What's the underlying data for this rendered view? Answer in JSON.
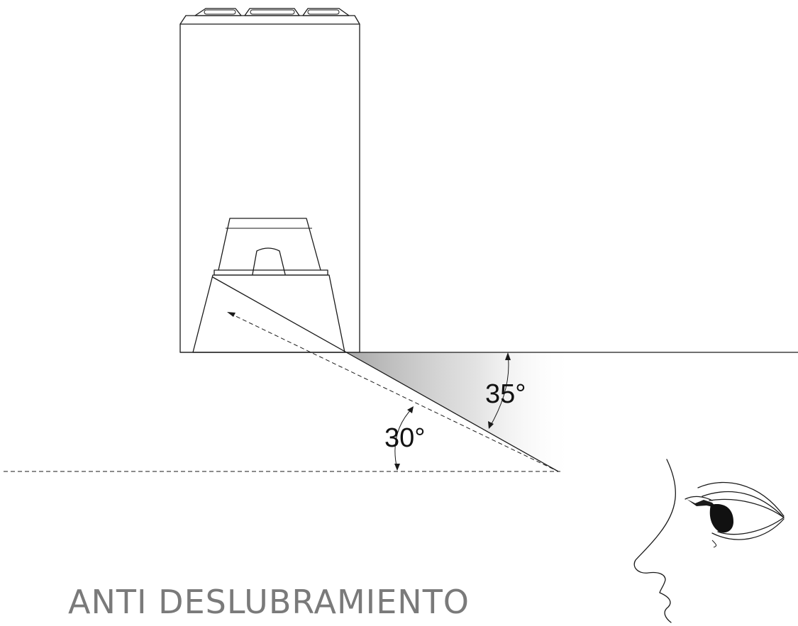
{
  "diagram": {
    "caption": "ANTI DESLUBRAMIENTO",
    "cutoff_angle": "35°",
    "view_angle": "30°",
    "colors": {
      "line": "#1a1a1a",
      "caption": "#7a7a7a",
      "shade": "#b8b8b8",
      "background": "#ffffff"
    },
    "icons": [
      "luminaire-housing-icon",
      "lamp-bulb-icon",
      "eye-face-profile-icon"
    ]
  }
}
